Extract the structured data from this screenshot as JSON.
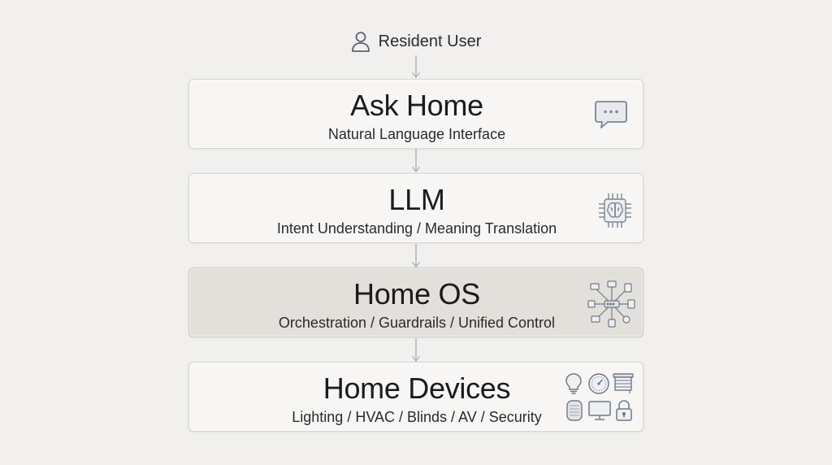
{
  "actor": {
    "label": "Resident User",
    "icon": "user-icon"
  },
  "layers": [
    {
      "title": "Ask Home",
      "subtitle": "Natural Language Interface",
      "icon": "chat-bubble-icon",
      "highlighted": false
    },
    {
      "title": "LLM",
      "subtitle": "Intent Understanding / Meaning Translation",
      "icon": "brain-chip-icon",
      "highlighted": false
    },
    {
      "title": "Home OS",
      "subtitle": "Orchestration / Guardrails / Unified Control",
      "icon": "network-hub-icon",
      "highlighted": true
    },
    {
      "title": "Home Devices",
      "subtitle": "Lighting / HVAC / Blinds / AV / Security",
      "icon": "device-grid-icon",
      "highlighted": false
    }
  ],
  "colors": {
    "background": "#f1f0ee",
    "box": "#f7f6f4",
    "box_highlight": "#e3e0db",
    "border": "#d6d4d0",
    "connector": "#a3adb8",
    "icon": "#7a8694"
  }
}
